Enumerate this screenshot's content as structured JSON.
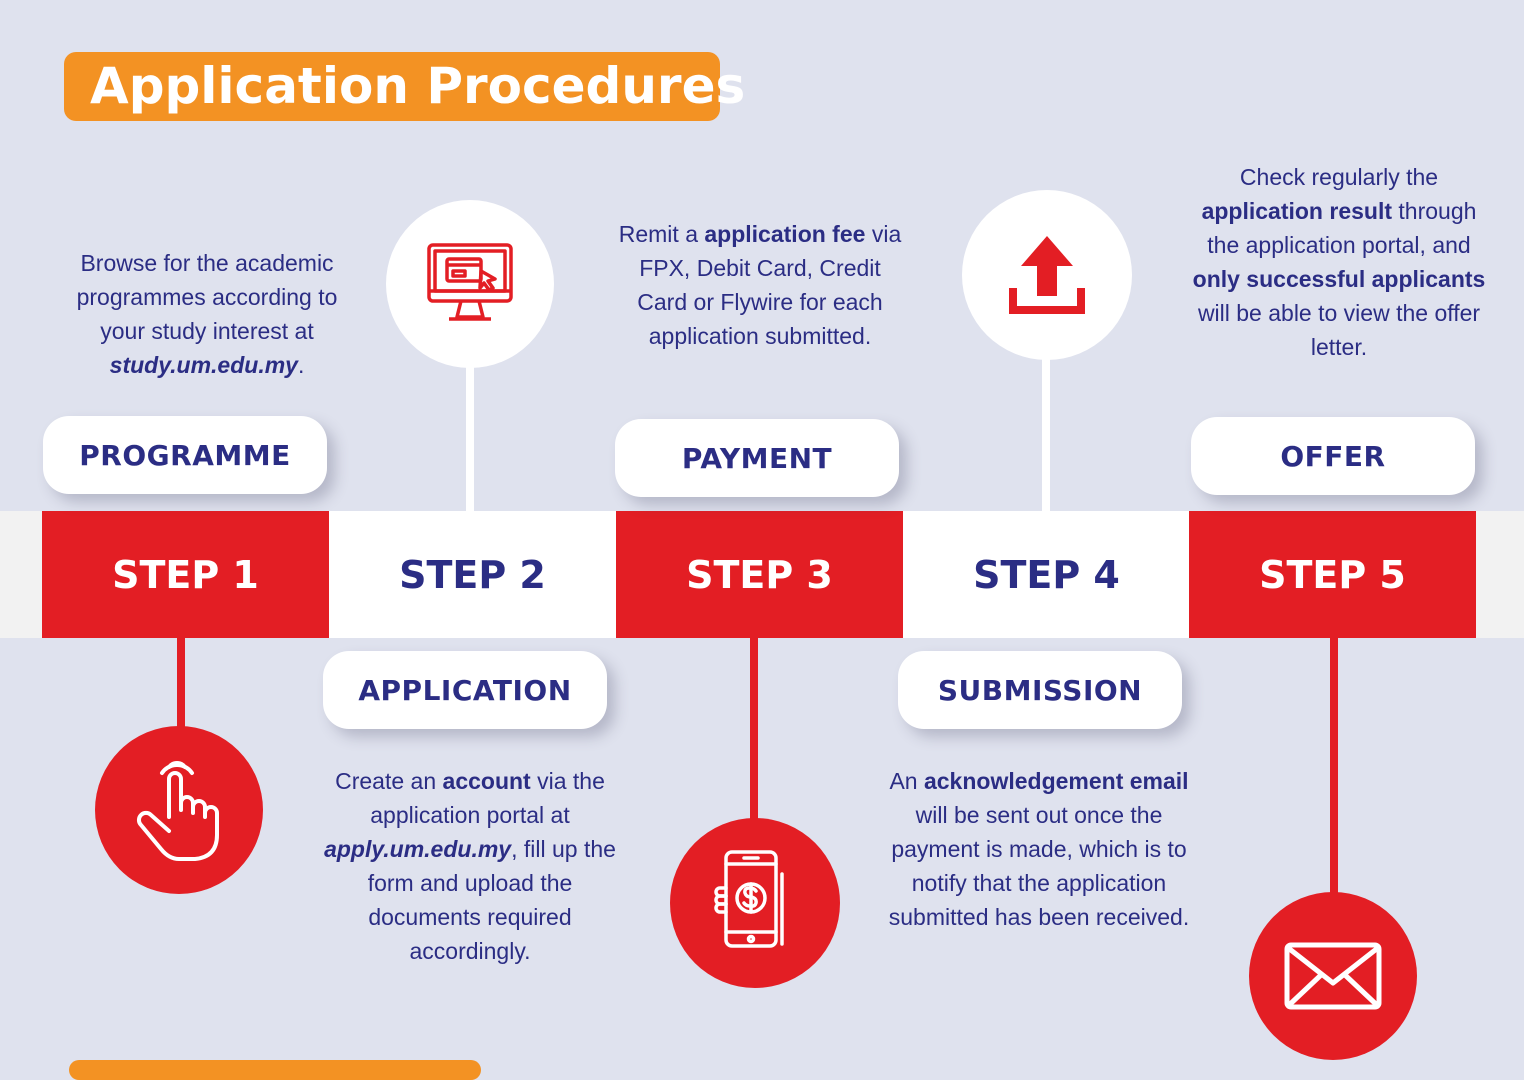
{
  "title": "Application Procedures",
  "colors": {
    "background": "#dfe2ee",
    "accent_orange": "#f39223",
    "red": "#e31e24",
    "navy": "#2b2d84",
    "white": "#ffffff"
  },
  "steps": [
    {
      "step_label": "STEP 1",
      "stage": "PROGRAMME",
      "icon": "hand-pointer-icon",
      "description": [
        {
          "text": "Browse for the academic programmes according to your study interest at "
        },
        {
          "text": "study.um.edu.my",
          "style": "bold-italic"
        },
        {
          "text": "."
        }
      ]
    },
    {
      "step_label": "STEP 2",
      "stage": "APPLICATION",
      "icon": "computer-monitor-icon",
      "description": [
        {
          "text": "Create an "
        },
        {
          "text": "account",
          "style": "bold"
        },
        {
          "text": " via the application portal at "
        },
        {
          "text": "apply.um.edu.my",
          "style": "bold-italic"
        },
        {
          "text": ", fill up the form and upload the documents required accordingly."
        }
      ]
    },
    {
      "step_label": "STEP 3",
      "stage": "PAYMENT",
      "icon": "mobile-payment-icon",
      "description": [
        {
          "text": "Remit a "
        },
        {
          "text": "application fee",
          "style": "bold"
        },
        {
          "text": " via FPX, Debit Card, Credit Card or Flywire for each application submitted."
        }
      ]
    },
    {
      "step_label": "STEP 4",
      "stage": "SUBMISSION",
      "icon": "upload-icon",
      "description": [
        {
          "text": "An "
        },
        {
          "text": "acknowledgement email",
          "style": "bold"
        },
        {
          "text": " will be sent out once the payment is made, which is to notify that the application submitted has been received."
        }
      ]
    },
    {
      "step_label": "STEP 5",
      "stage": "OFFER",
      "icon": "envelope-icon",
      "description": [
        {
          "text": "Check regularly the "
        },
        {
          "text": "application result",
          "style": "bold"
        },
        {
          "text": " through the application portal, and "
        },
        {
          "text": "only successful applicants",
          "style": "bold"
        },
        {
          "text": " will be able to view the offer letter."
        }
      ]
    }
  ]
}
